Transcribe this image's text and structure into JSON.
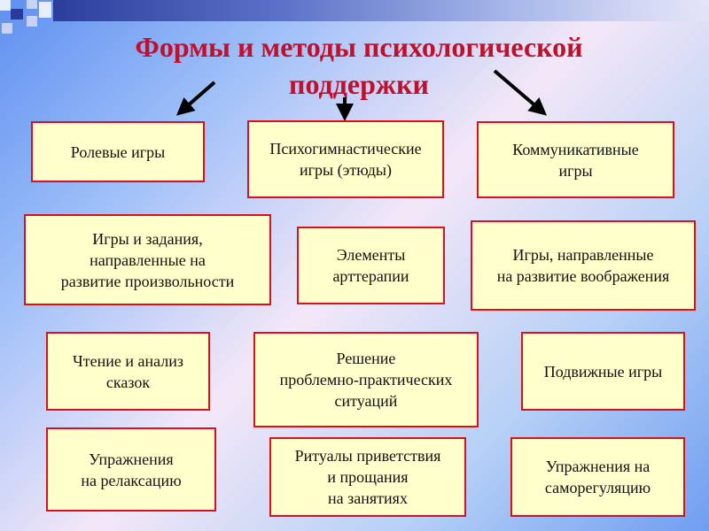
{
  "title": {
    "line1": "Формы и методы психологической",
    "line2": "поддержки"
  },
  "boxes": [
    "Ролевые игры",
    "Психогимнастические\nигры (этюды)",
    "Коммуникативные\nигры",
    "Игры и задания,\nнаправленные на\nразвитие произвольности",
    "Элементы\nарттерапии",
    "Игры, направленные\nна развитие воображения",
    "Чтение и анализ\nсказок",
    "Решение\nпроблемно-практических\nситуаций",
    "Подвижные игры",
    "Упражнения\nна релаксацию",
    "Ритуалы приветствия\nи прощания\nна занятиях",
    "Упражнения на\nсаморегуляцию"
  ],
  "colors": {
    "title": "#c0102c",
    "box_fill": "#ffffcc",
    "box_border": "#d81020",
    "arrow": "#000000"
  }
}
